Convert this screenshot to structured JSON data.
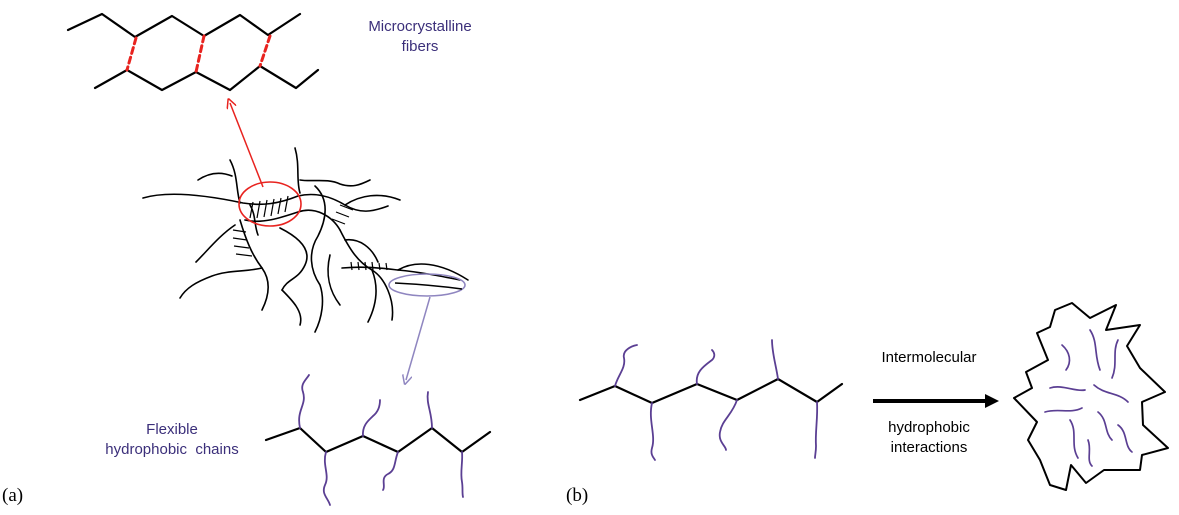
{
  "labels": {
    "microcrystalline_line1": "Microcrystalline",
    "microcrystalline_line2": "fibers",
    "flexible_line1": "Flexible",
    "flexible_line2": "hydrophobic  chains",
    "intermolecular_line1": "Intermolecular",
    "intermolecular_line2": "hydrophobic",
    "intermolecular_line3": "interactions",
    "panel_a": "(a)",
    "panel_b": "(b)"
  },
  "colors": {
    "chain": "#000000",
    "crystalline_bond": "#e8231f",
    "hydrophobic_chain": "#5b3f93",
    "pointer_red": "#e8231f",
    "pointer_purple": "#8f86c0",
    "label_text": "#3b2f7a"
  }
}
